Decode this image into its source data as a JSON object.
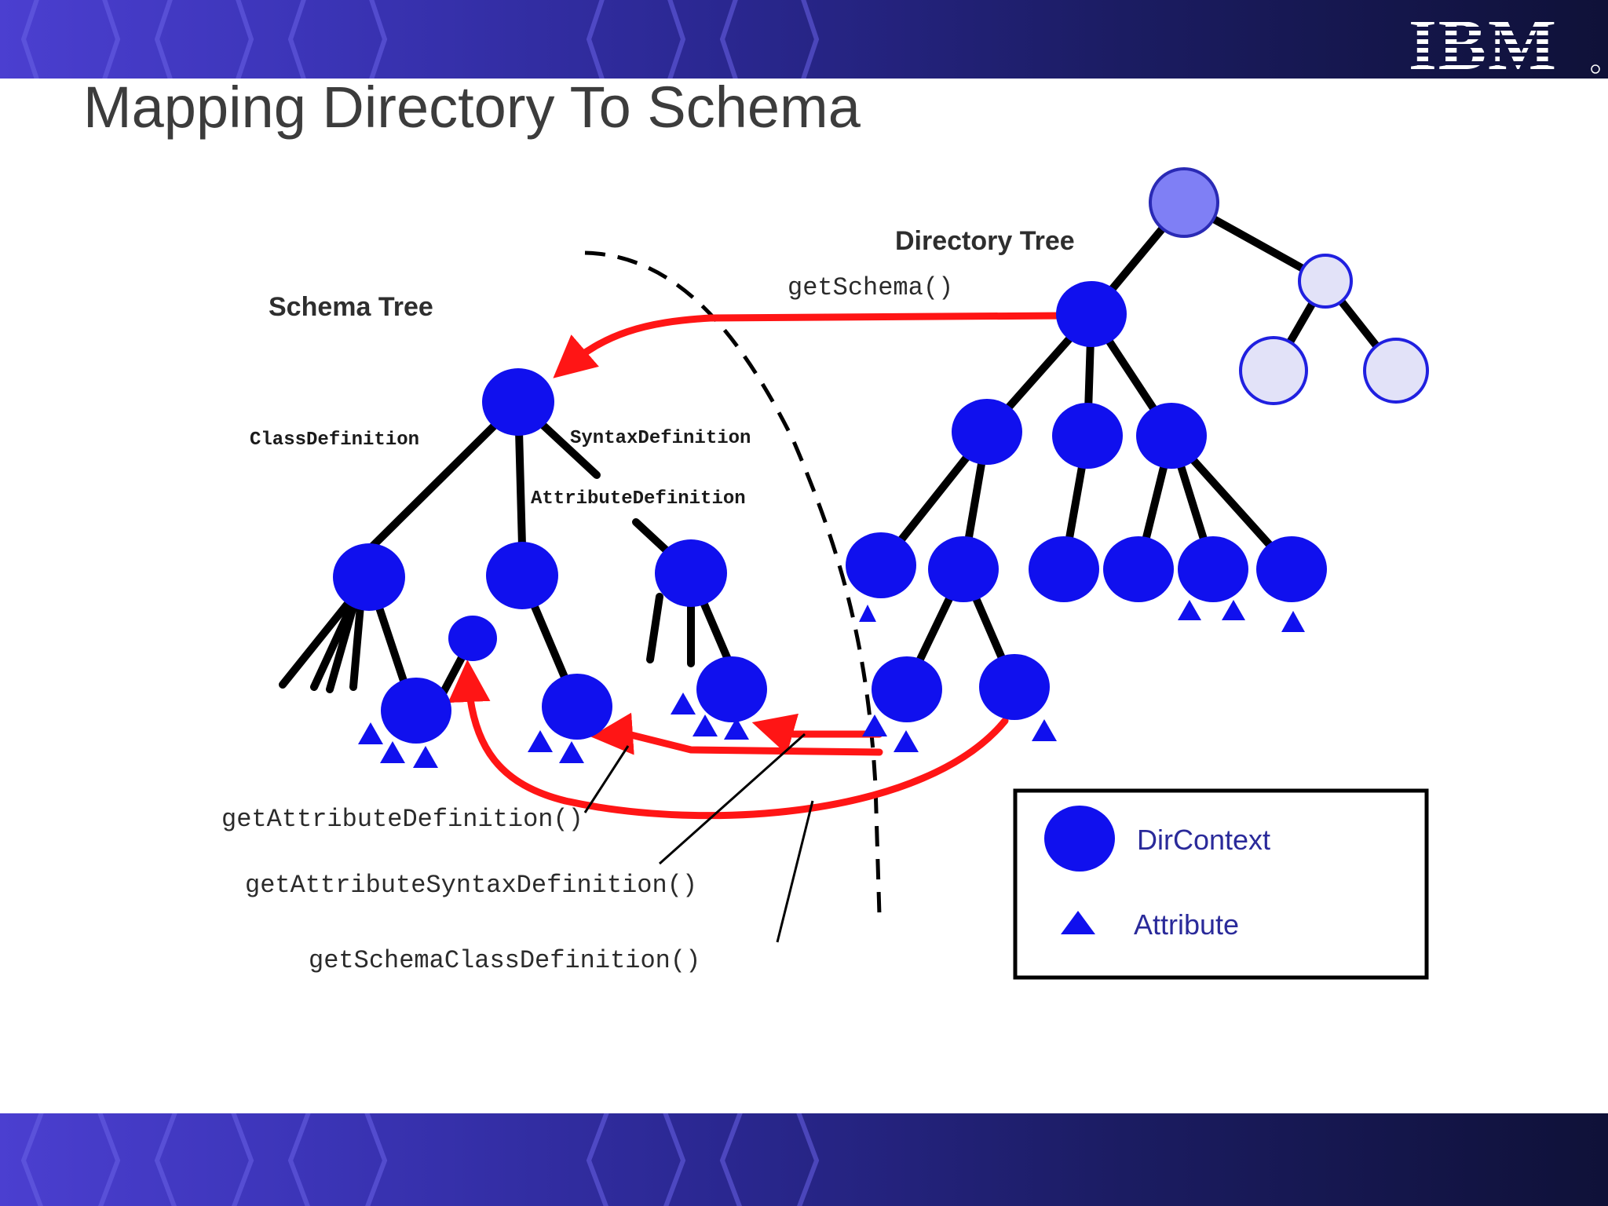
{
  "slide": {
    "title": "Mapping Directory To Schema",
    "logo_text": "IBM"
  },
  "diagram": {
    "directory_tree_label": "Directory Tree",
    "schema_tree_label": "Schema Tree",
    "get_schema": "getSchema()",
    "class_definition": "ClassDefinition",
    "syntax_definition": "SyntaxDefinition",
    "attribute_definition": "AttributeDefinition",
    "get_attribute_definition": "getAttributeDefinition()",
    "get_attribute_syntax_definition": "getAttributeSyntaxDefinition()",
    "get_schema_class_definition": "getSchemaClassDefinition()"
  },
  "legend": {
    "dircontext_label": "DirContext",
    "attribute_label": "Attribute"
  },
  "colors": {
    "node": "#1010ee",
    "root_node": "#7f7ff5",
    "light_node": "#e2e2f8",
    "arrow": "#ff1515",
    "banner_dark": "#0f1138",
    "banner_light": "#4b3fd0"
  }
}
